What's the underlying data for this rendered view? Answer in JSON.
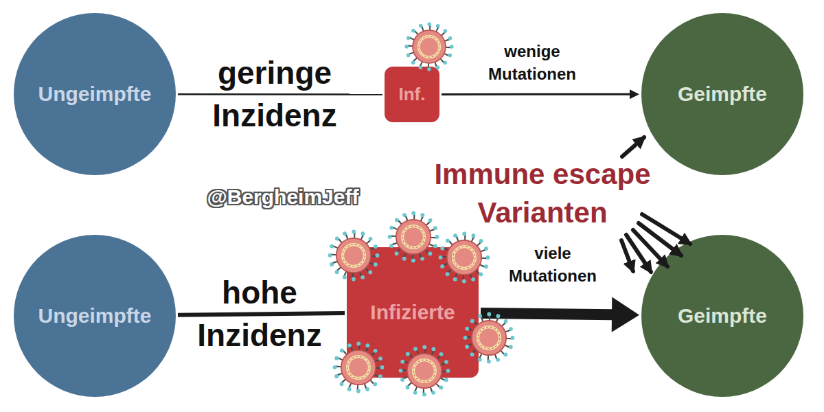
{
  "diagram": {
    "nodes": [
      {
        "text": [
          "Ungeimpfte"
        ]
      },
      {
        "text": [
          "Inf."
        ]
      },
      {
        "text": [
          "Geimpfte"
        ]
      },
      {
        "text": [
          "Ungeimpfte"
        ]
      },
      {
        "text": [
          "Infizierte"
        ]
      },
      {
        "text": [
          "Geimpfte"
        ]
      }
    ],
    "edges": [
      {
        "from": 0,
        "to": 1,
        "arrow": "none",
        "label": "geringe Inzidenz"
      },
      {
        "from": 1,
        "to": 2,
        "arrow": "to",
        "label": "wenige Mutationen"
      },
      {
        "from": 3,
        "to": 4,
        "arrow": "none",
        "label": "hohe Inzidenz"
      },
      {
        "from": 4,
        "to": 5,
        "arrow": "to",
        "label": "viele Mutationen"
      }
    ],
    "labels": [
      "Immune escape Varianten",
      "@BergheimJeff"
    ]
  }
}
